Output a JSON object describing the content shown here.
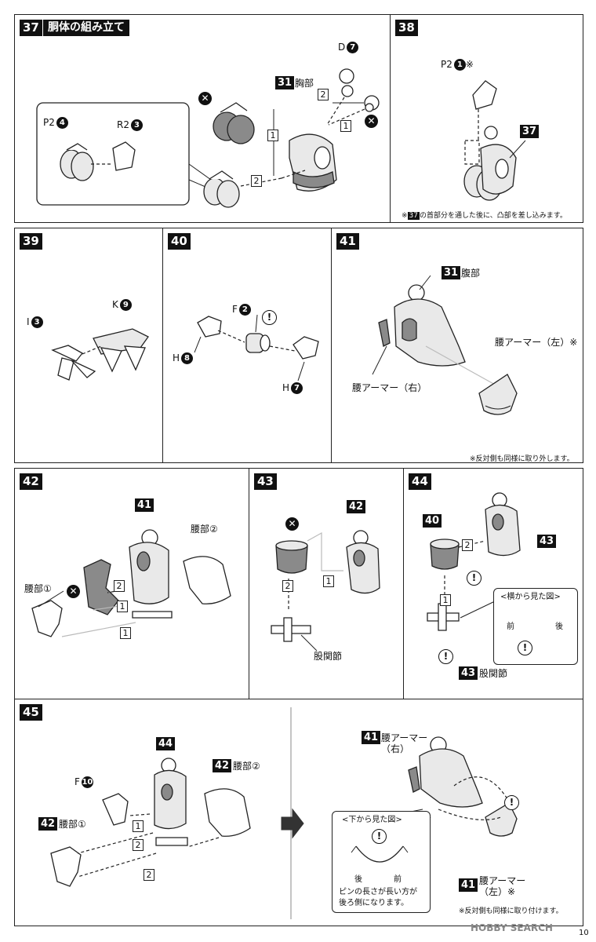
{
  "steps": {
    "s37": {
      "num": "37",
      "title": "胴体の組み立て",
      "chest_ref": "31",
      "chest_label": "胸部",
      "p2": "P2",
      "p2_n": "4",
      "r2": "R2",
      "r2_n": "3",
      "d": "D",
      "d_n": "7",
      "seq1": "1",
      "seq2": "2"
    },
    "s38": {
      "num": "38",
      "p2": "P2",
      "p2_n": "1",
      "p2_mark": "※",
      "ref": "37",
      "note_ref": "37",
      "note": "の首部分を通した後に、凸部を差し込みます。",
      "note_mark": "※"
    },
    "s39": {
      "num": "39",
      "i": "I",
      "i_n": "3",
      "k": "K",
      "k_n": "9"
    },
    "s40": {
      "num": "40",
      "f": "F",
      "f_n": "2",
      "h1": "H",
      "h1_n": "8",
      "h2": "H",
      "h2_n": "7"
    },
    "s41": {
      "num": "41",
      "ref": "31",
      "ref_label": "腹部",
      "armor_left": "腰アーマー（左）※",
      "armor_right": "腰アーマー（右）",
      "note": "※反対側も同様に取り外します。"
    },
    "s42": {
      "num": "42",
      "ref": "41",
      "waist2": "腰部②",
      "waist1": "腰部①",
      "seq1": "1",
      "seq2": "2"
    },
    "s43": {
      "num": "43",
      "ref": "42",
      "joint": "股関節",
      "seq1": "1",
      "seq2": "2"
    },
    "s44": {
      "num": "44",
      "ref_a": "40",
      "ref_b": "43",
      "ref_joint": "43",
      "joint": "股関節",
      "side_title": "<横から見た図>",
      "front": "前",
      "back": "後",
      "seq1": "1",
      "seq2": "2"
    },
    "s45": {
      "num": "45",
      "ref": "44",
      "f": "F",
      "f_n": "10",
      "ref_w2": "42",
      "waist2": "腰部②",
      "ref_w1": "42",
      "waist1": "腰部①",
      "seq1": "1",
      "seq2": "2",
      "r_ref_a": "41",
      "armor_r": "腰アーマー",
      "armor_r2": "（右）",
      "r_ref_b": "41",
      "armor_l": "腰アーマー",
      "armor_l2": "（左）※",
      "bottom_title": "<下から見た図>",
      "back": "後",
      "front": "前",
      "pin_note1": "ピンの長さが長い方が",
      "pin_note2": "後ろ側になります。",
      "note": "※反対側も同様に取り付けます。"
    }
  },
  "watermark": "HOBBY SEARCH",
  "page_number": "10"
}
